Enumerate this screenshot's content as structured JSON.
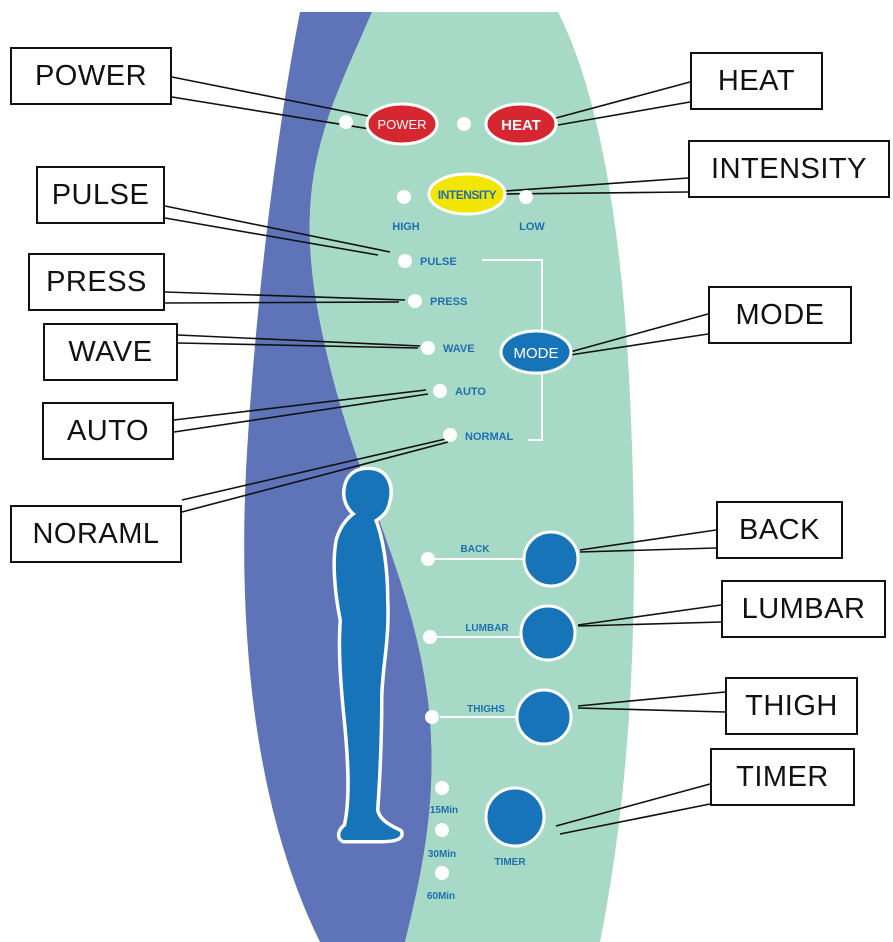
{
  "colors": {
    "panel_blue": "#5f73b8",
    "panel_green": "#a7d9c7",
    "button_red": "#d62630",
    "button_yellow": "#f2e500",
    "button_blue": "#1874b8",
    "label_blue": "#1f6fb0",
    "led": "#ffffff"
  },
  "callouts": {
    "power": "POWER",
    "heat": "HEAT",
    "intensity": "INTENSITY",
    "pulse": "PULSE",
    "press": "PRESS",
    "wave": "WAVE",
    "mode": "MODE",
    "auto": "AUTO",
    "normal": "NORAML",
    "back": "BACK",
    "lumbar": "LUMBAR",
    "thigh": "THIGH",
    "timer": "TIMER"
  },
  "panel": {
    "power_button": "POWER",
    "heat_button": "HEAT",
    "intensity_button": "INTENSITY",
    "high_label": "HIGH",
    "low_label": "LOW",
    "mode_button": "MODE",
    "modes": [
      "PULSE",
      "PRESS",
      "WAVE",
      "AUTO",
      "NORMAL"
    ],
    "zones": [
      "BACK",
      "LUMBAR",
      "THIGHS"
    ],
    "timer_options": [
      "15Min",
      "30Min",
      "60Min"
    ],
    "timer_button": "TIMER"
  }
}
